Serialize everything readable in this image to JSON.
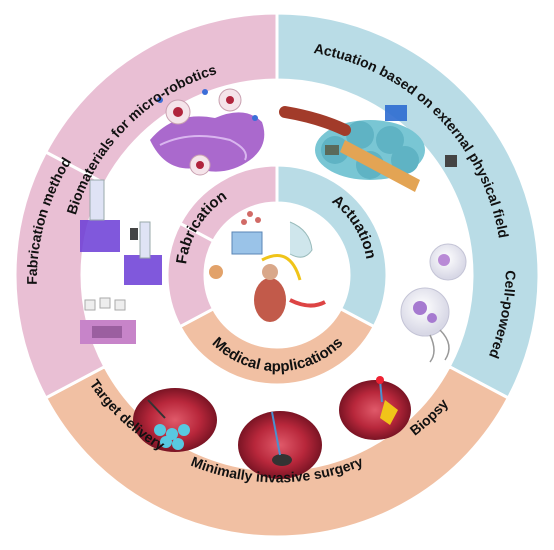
{
  "title": "",
  "colors": {
    "pink": "#e9bfd4",
    "pink_dark": "#d9a4c0",
    "blue": "#b9dce6",
    "blue_dark": "#9ccad8",
    "peach": "#f1c0a3",
    "peach_dark": "#e9a884",
    "divider": "#ffffff"
  },
  "outer_ring": {
    "fabrication_method": "Fabrication method",
    "biomaterials": "Biomaterials for micro-robotics",
    "actuation_external": "Actuation based on external physical field",
    "cell_powered": "Cell-powered",
    "target_delivery": "Target delivery",
    "minimally_invasive": "Minimally invasive surgery",
    "biopsy": "Biopsy"
  },
  "inner_ring": {
    "fabrication": "Fabrication",
    "actuation": "Actuation",
    "medical": "Medical applications"
  },
  "illustrations": [
    {
      "name": "biomaterials-illustration"
    },
    {
      "name": "fabrication-illustration"
    },
    {
      "name": "actuation-illustration"
    },
    {
      "name": "cell-powered-illustration"
    },
    {
      "name": "target-delivery-illustration"
    },
    {
      "name": "surgery-illustration"
    },
    {
      "name": "biopsy-illustration"
    },
    {
      "name": "center-anatomy-illustration"
    }
  ]
}
